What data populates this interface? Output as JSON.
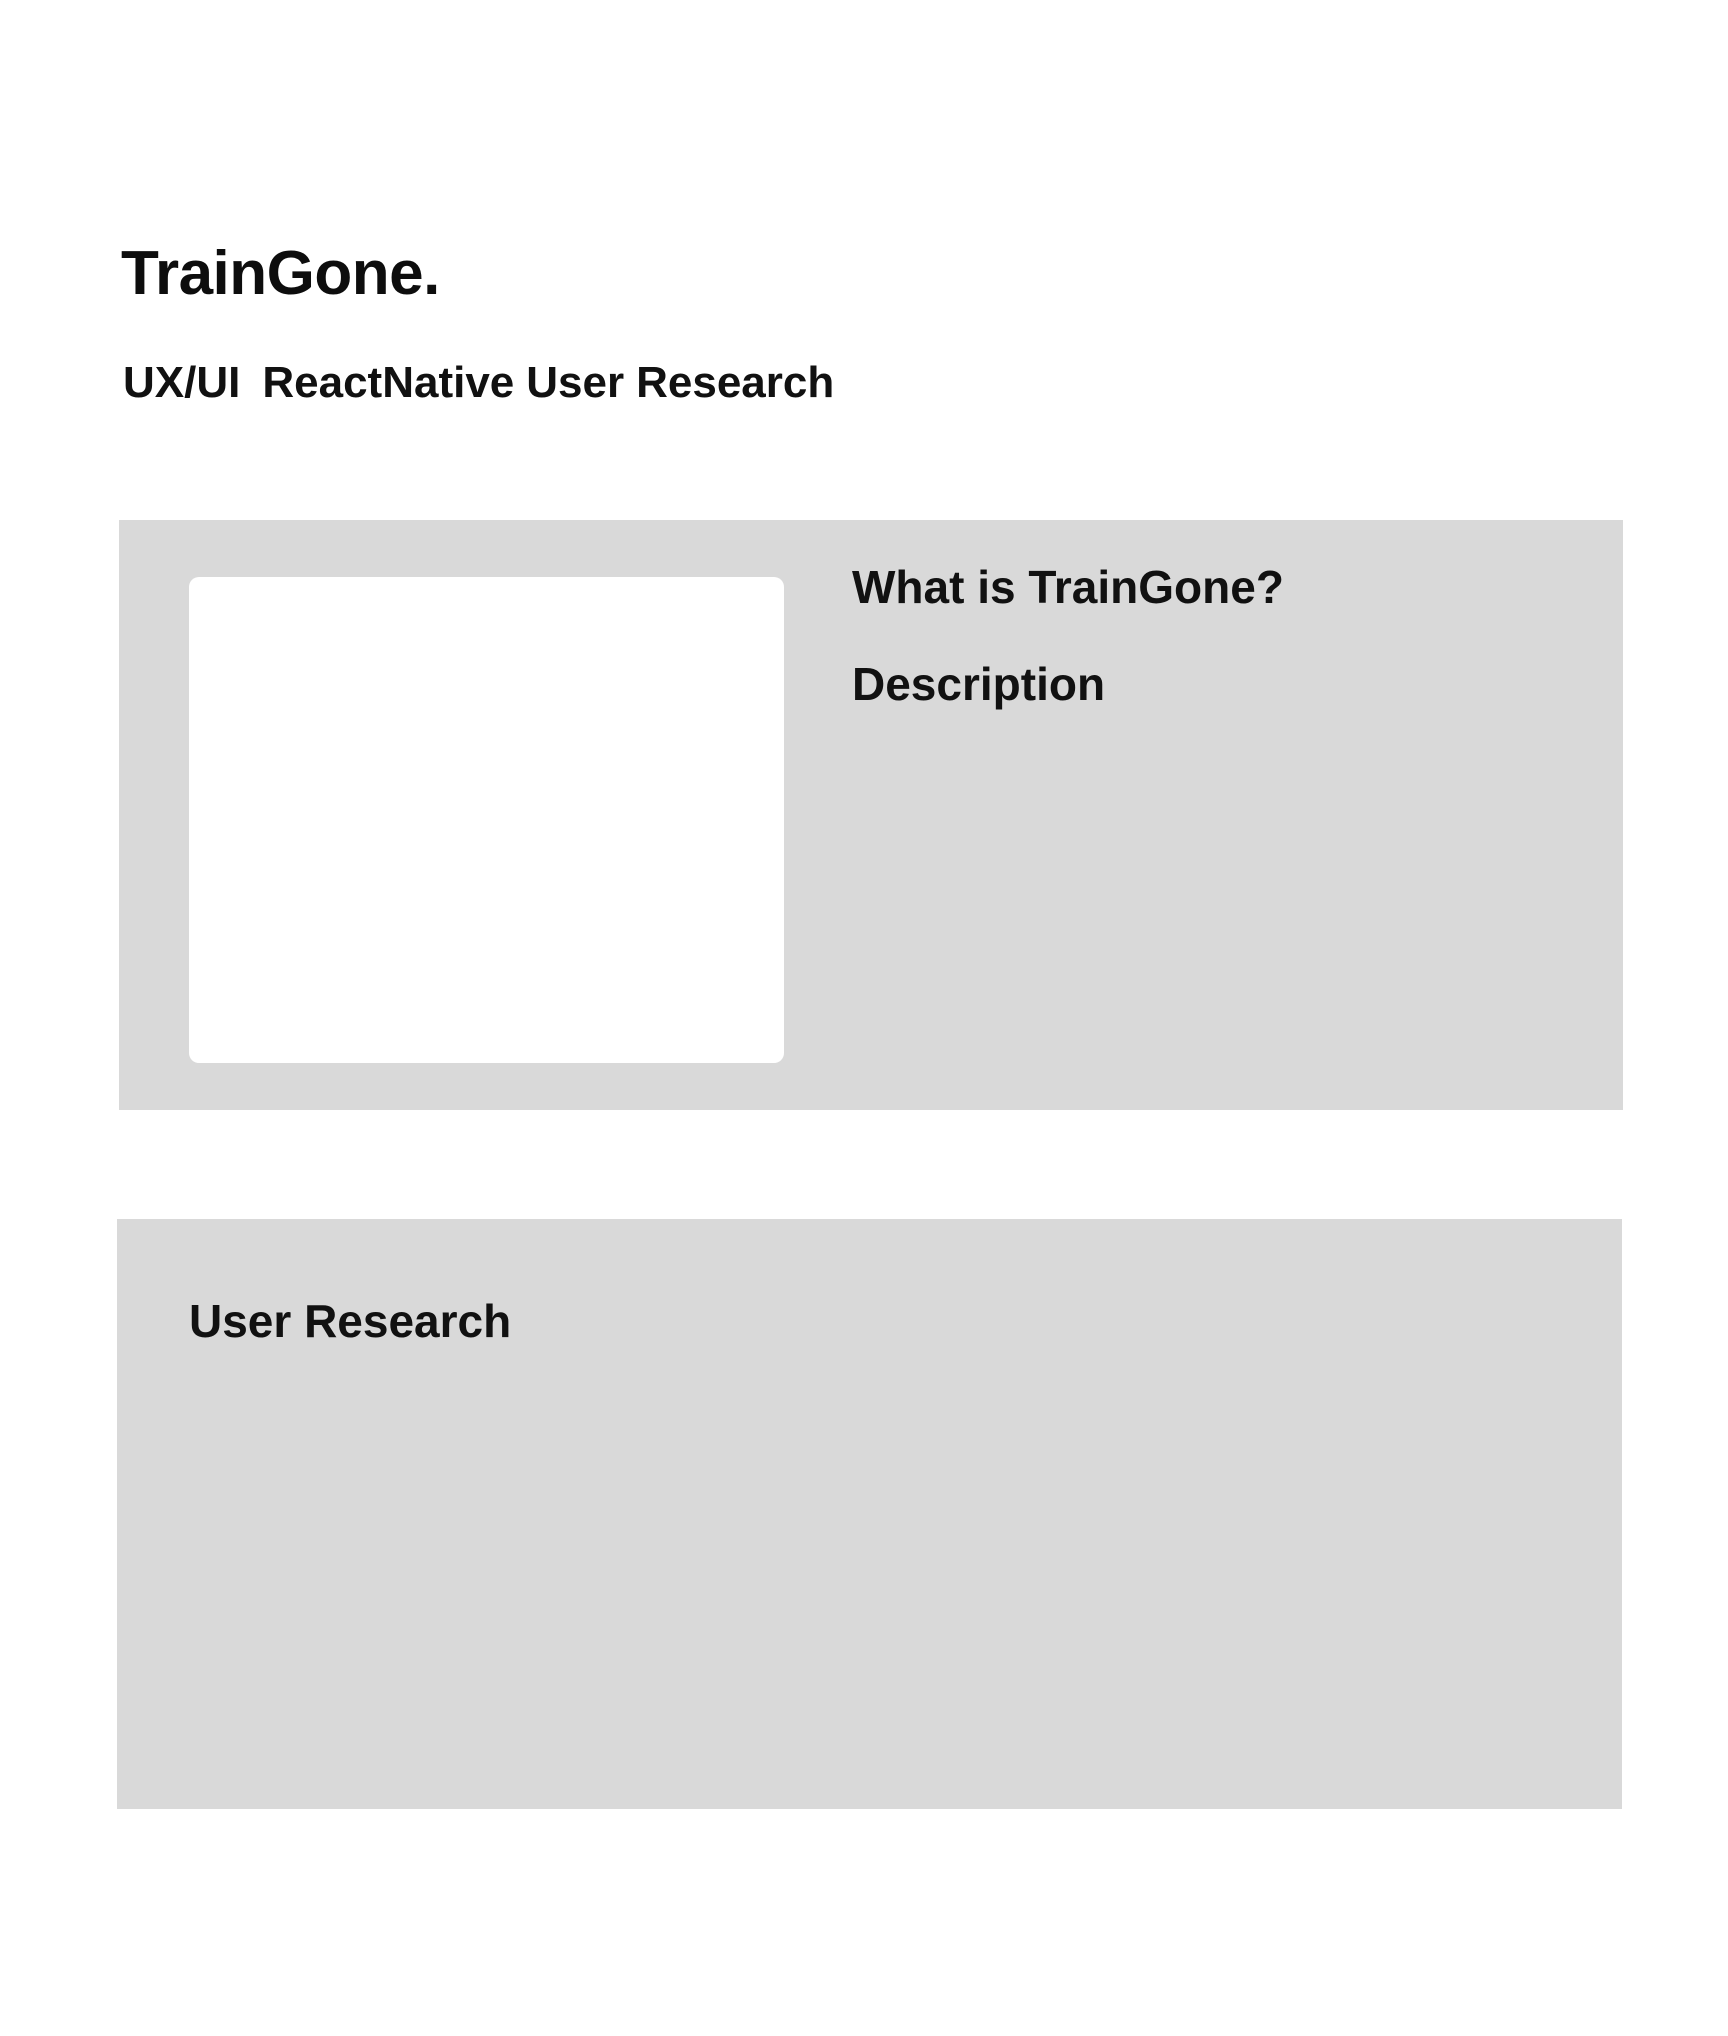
{
  "header": {
    "title": "TrainGone.",
    "tags": [
      "UX/UI",
      "ReactNative",
      "User",
      "Research"
    ]
  },
  "about": {
    "heading": "What is TrainGone?",
    "description": "Description"
  },
  "research": {
    "heading": "User Research"
  },
  "colors": {
    "background": "#ffffff",
    "panel": "#d9d9d9",
    "placeholder": "#ffffff",
    "text": "#111111"
  }
}
